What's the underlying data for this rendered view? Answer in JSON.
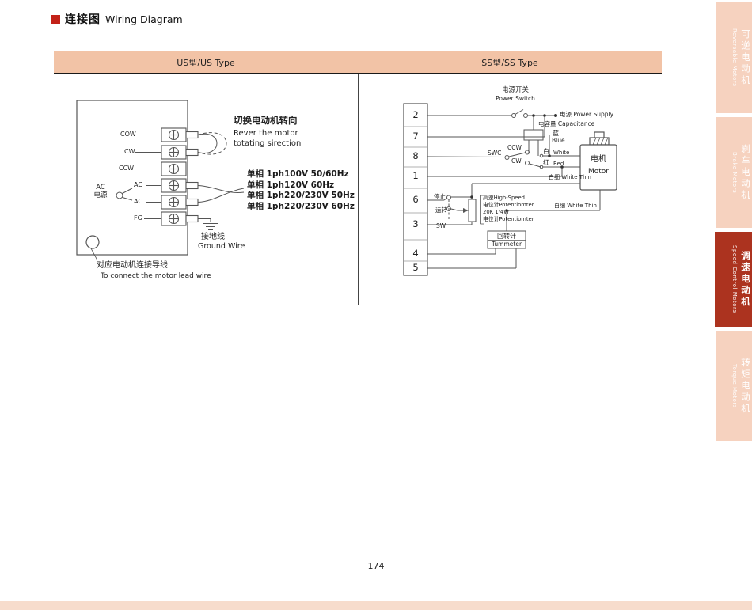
{
  "page": {
    "title_zh": "连接图",
    "title_en": "Wiring Diagram",
    "page_number": "174"
  },
  "columns": {
    "us": "US型/US Type",
    "ss": "SS型/SS Type"
  },
  "us": {
    "terminals": [
      "COW",
      "CW",
      "CCW",
      "AC",
      "AC",
      "FG"
    ],
    "ac_source_line1": "AC",
    "ac_source_line2": "电源",
    "reverse_zh": "切换电动机转向",
    "reverse_en1": "Rever the motor",
    "reverse_en2": "totating sirection",
    "voltages": [
      "单相 1ph100V  50/60Hz",
      "单相 1ph120V  60Hz",
      "单相 1ph220/230V  50Hz",
      "单相 1ph220/230V  60Hz"
    ],
    "ground_zh": "接地线",
    "ground_en": "Ground Wire",
    "lead_zh": "对应电动机连接导线",
    "lead_en": "To connect the motor lead wire"
  },
  "ss": {
    "terminal_numbers": [
      "2",
      "7",
      "8",
      "1",
      "6",
      "3",
      "4",
      "5"
    ],
    "power_switch_zh": "电源开关",
    "power_switch_en": "Power Switch",
    "power_supply": "电源 Power Supply",
    "capacitance": "电容量 Capacitance",
    "blue_zh": "蓝",
    "blue_en": "Blue",
    "ccw": "CCW",
    "cw": "CW",
    "swc": "SWC",
    "white_zh": "白",
    "white_en": "White",
    "red_zh": "红",
    "red_en": "Red",
    "motor_zh": "电机",
    "motor_en": "Motor",
    "white_thin_1": "白细 White Thin",
    "white_thin_2": "白细 White Thin",
    "stop": "停止",
    "run": "运转",
    "speed_lines": [
      "高速High-Speed",
      "电位计Potentiomter",
      "20K  1/4W",
      "电位计Potentiomter"
    ],
    "sw": "SW",
    "turnmeter_zh": "回转计",
    "turnmeter_en": "Tummeter"
  },
  "sidebar": {
    "tabs": [
      {
        "zh": "可逆电动机",
        "en": "Reversable Motors",
        "active": false
      },
      {
        "zh": "刹车电动机",
        "en": "Brake Motors",
        "active": false
      },
      {
        "zh": "调速电动机",
        "en": "Speed Control Motors",
        "active": true
      },
      {
        "zh": "转矩电动机",
        "en": "Torque Motors",
        "active": false
      }
    ]
  },
  "colors": {
    "accent": "#c32218",
    "header_bg": "#f2c3a6",
    "tab_bg": "#f6d2bf",
    "tab_active_bg": "#ac331f"
  }
}
